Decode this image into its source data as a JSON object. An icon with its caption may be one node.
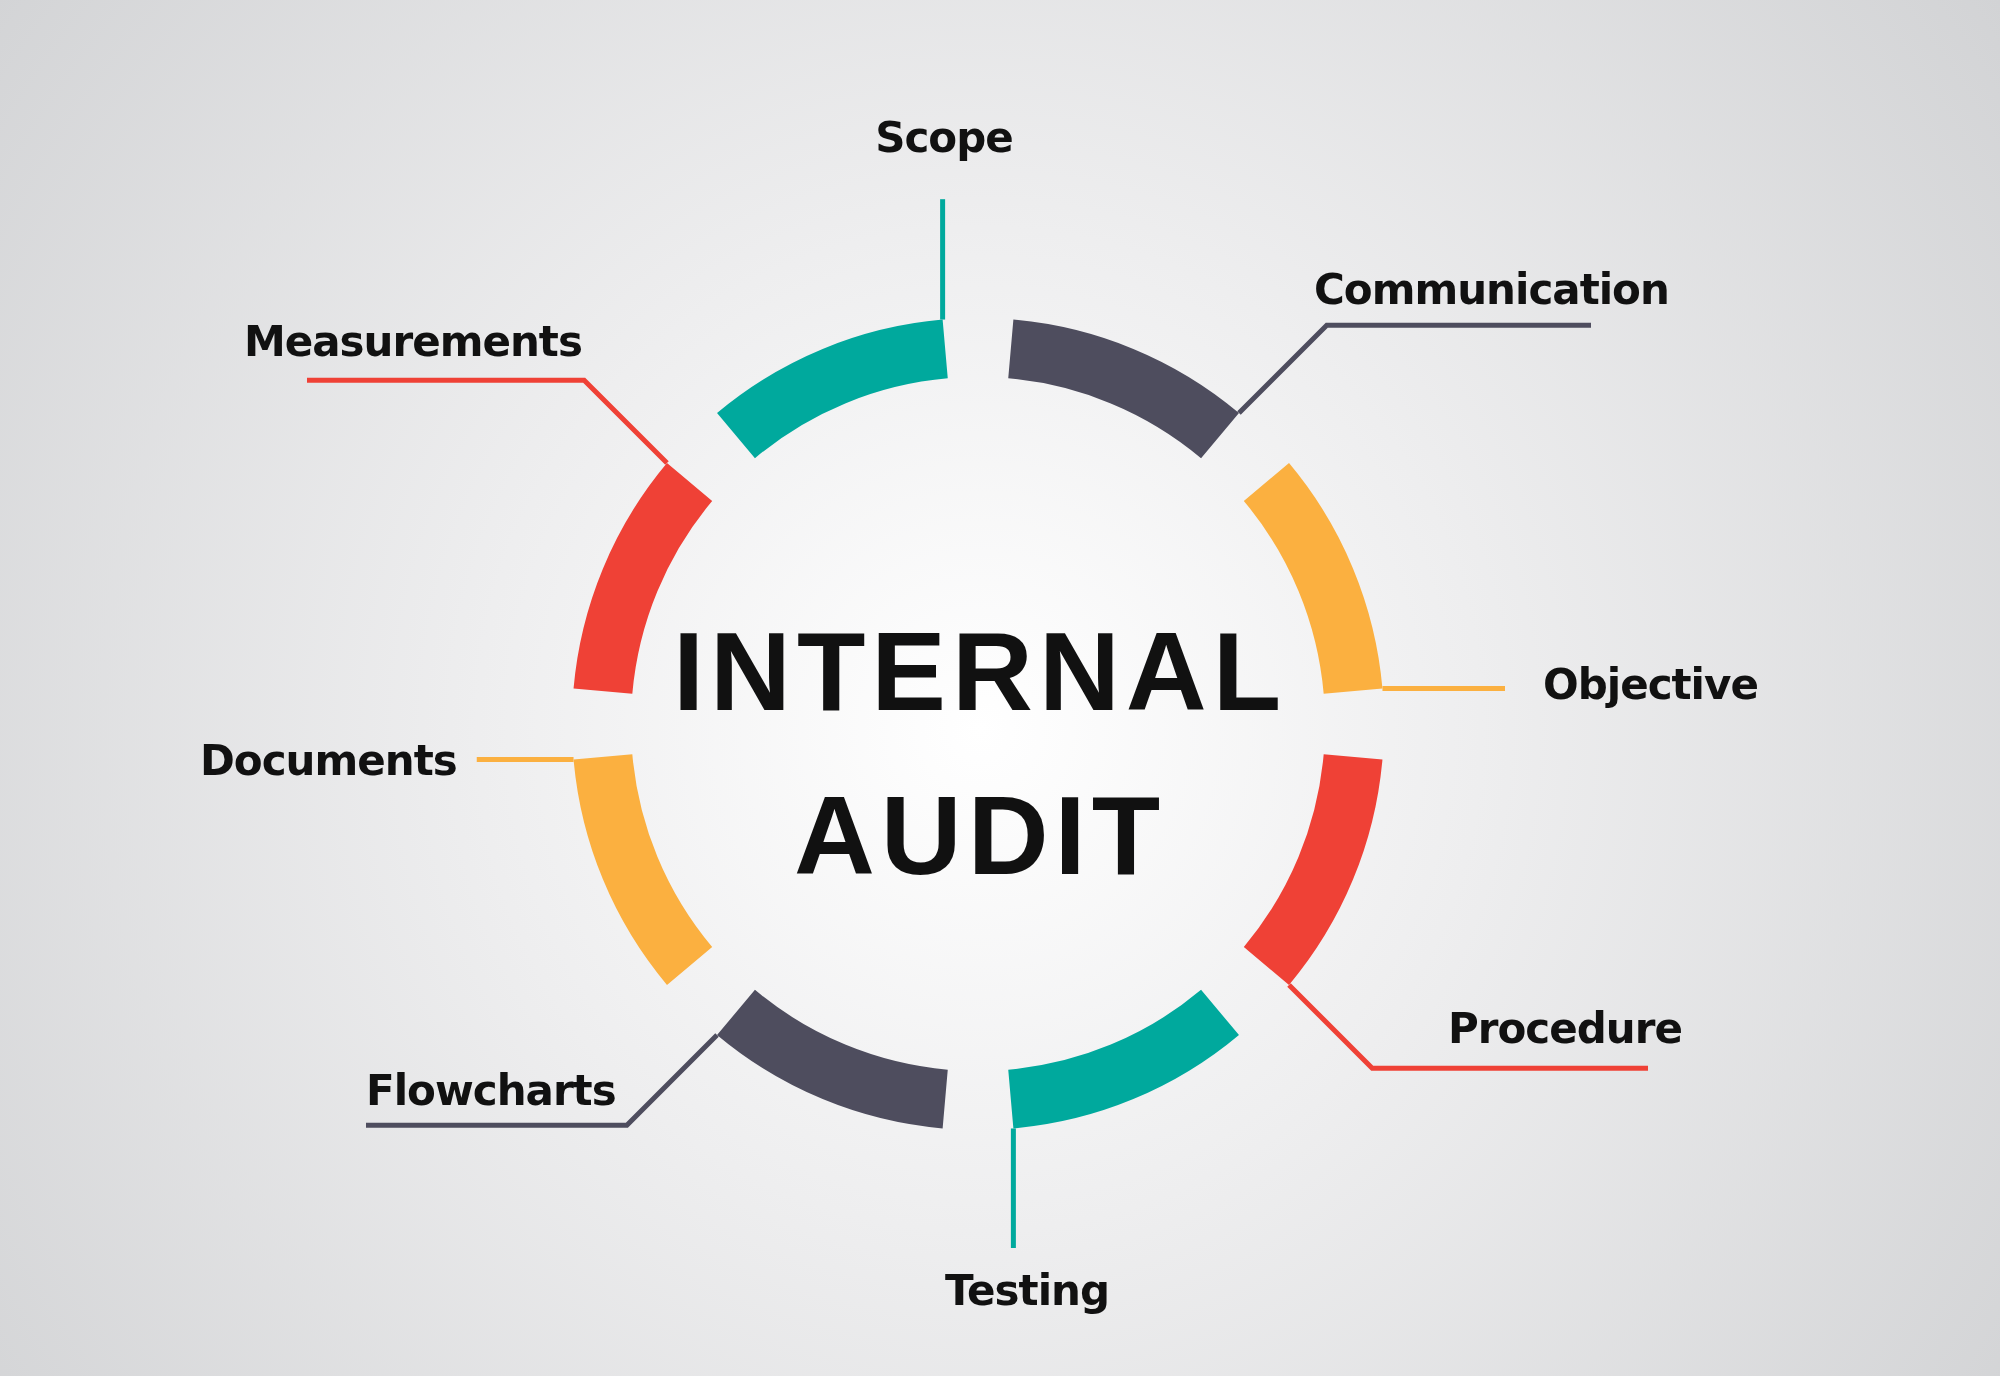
{
  "diagram": {
    "title": "INTERNAL AUDIT",
    "nodes": [
      {
        "text": [
          "Scope"
        ]
      },
      {
        "text": [
          "Communication"
        ]
      },
      {
        "text": [
          "Objective"
        ]
      },
      {
        "text": [
          "Procedure"
        ]
      },
      {
        "text": [
          "Testing"
        ]
      },
      {
        "text": [
          "Flowcharts"
        ]
      },
      {
        "text": [
          "Documents"
        ]
      },
      {
        "text": [
          "Measurements"
        ]
      },
      {
        "text": [],
        "shape": "arc"
      },
      {
        "text": [],
        "shape": "arc"
      },
      {
        "text": [],
        "shape": "arc"
      },
      {
        "text": [],
        "shape": "arc"
      },
      {
        "text": [],
        "shape": "arc"
      },
      {
        "text": [],
        "shape": "arc"
      },
      {
        "text": [],
        "shape": "arc"
      },
      {
        "text": [],
        "shape": "arc"
      }
    ],
    "edges": [
      {
        "from": 0,
        "to": 8,
        "arrow": "none",
        "color": "#00a99d"
      },
      {
        "from": 1,
        "to": 9,
        "arrow": "none",
        "color": "#4e4d5e"
      },
      {
        "from": 2,
        "to": 10,
        "arrow": "none",
        "color": "#fbb040"
      },
      {
        "from": 3,
        "to": 11,
        "arrow": "none",
        "color": "#ef4136"
      },
      {
        "from": 4,
        "to": 12,
        "arrow": "none",
        "color": "#00a99d"
      },
      {
        "from": 5,
        "to": 13,
        "arrow": "none",
        "color": "#4e4d5e"
      },
      {
        "from": 6,
        "to": 14,
        "arrow": "none",
        "color": "#fbb040"
      },
      {
        "from": 7,
        "to": 15,
        "arrow": "none",
        "color": "#ef4136"
      }
    ]
  }
}
